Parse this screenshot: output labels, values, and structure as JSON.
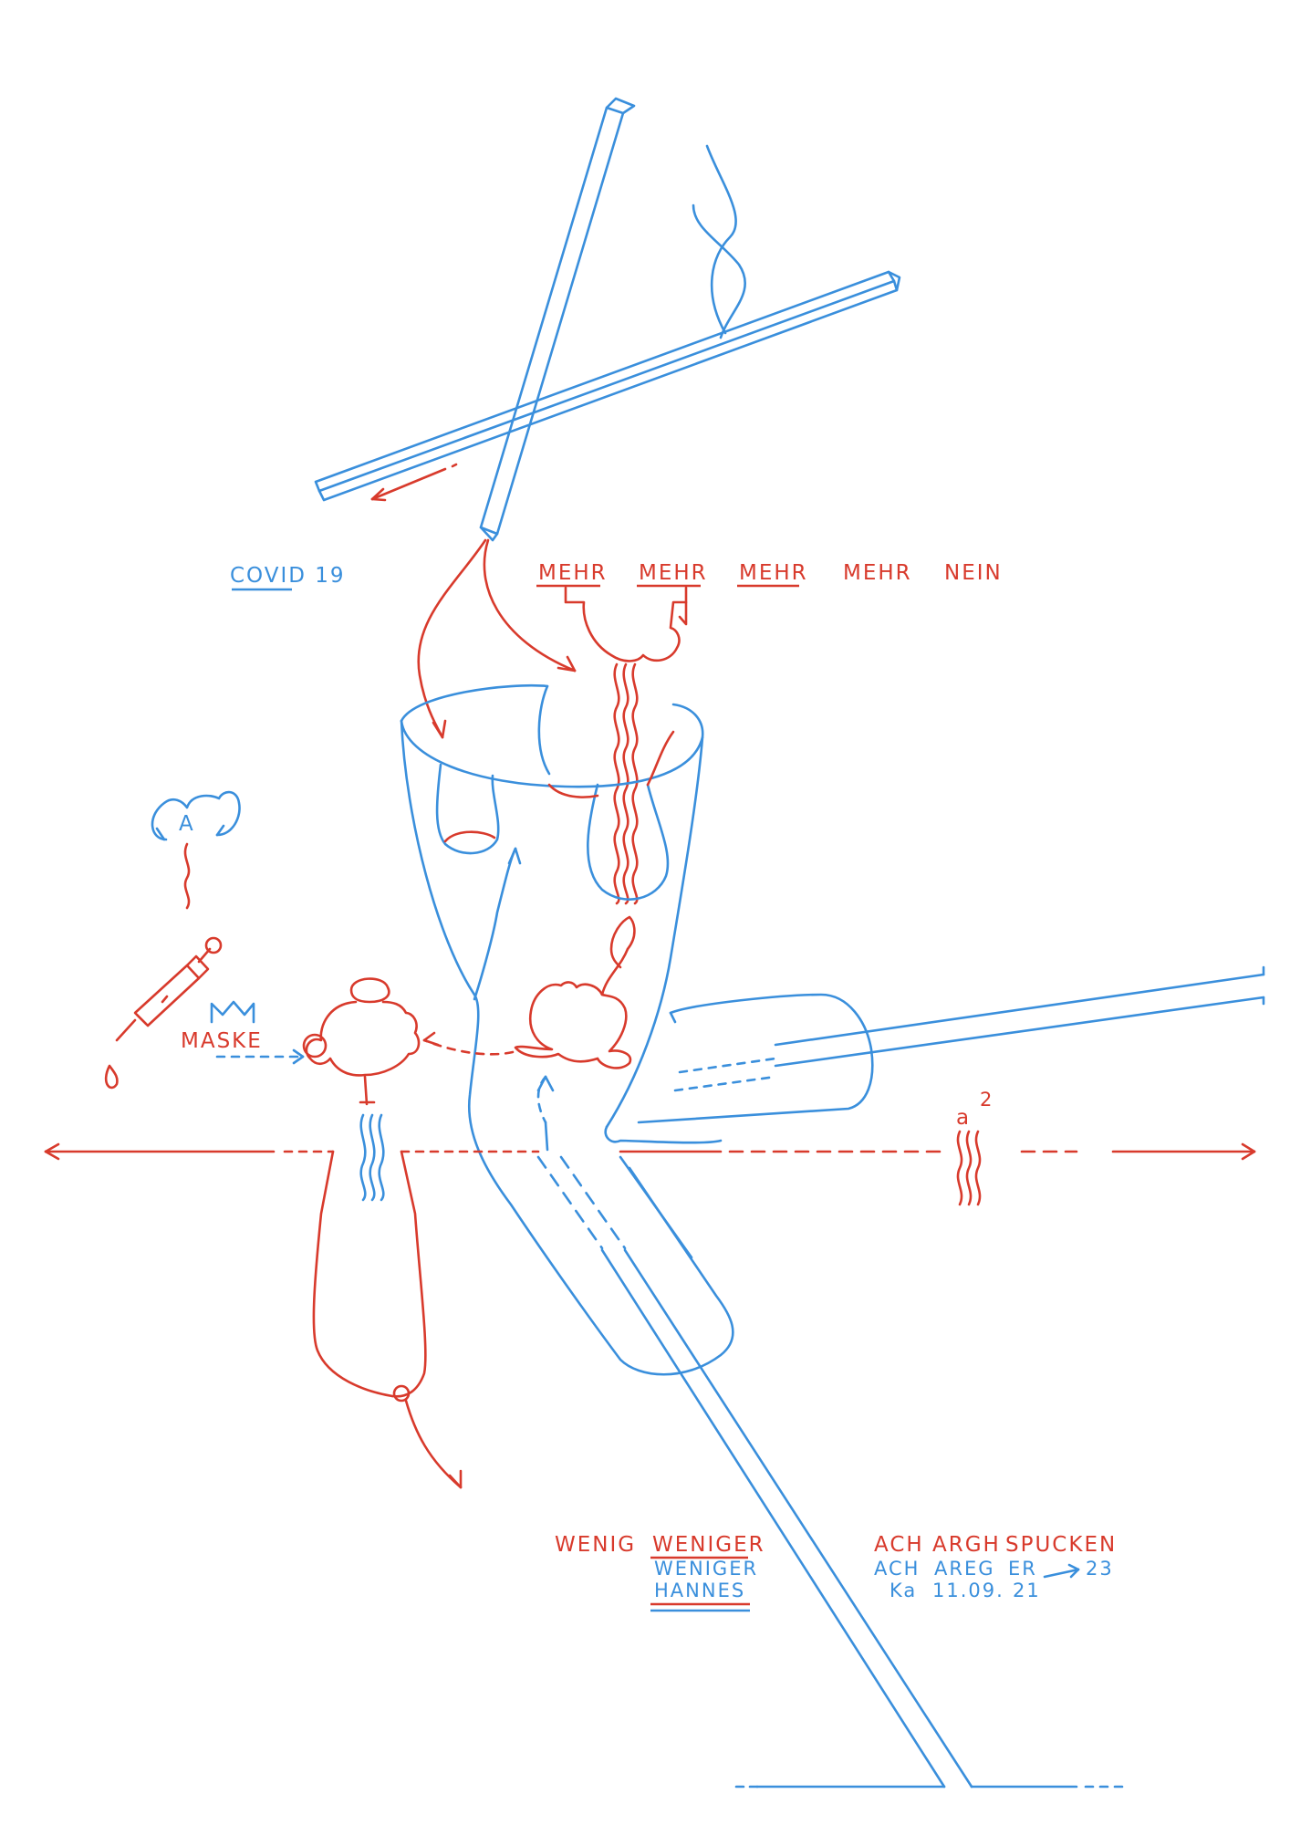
{
  "colors": {
    "blue": "#3a8fdc",
    "red": "#d83a2c",
    "paper": "#ffffff"
  },
  "labels": {
    "covid": "COVID 19",
    "mehr_1": "MEHR",
    "mehr_2": "MEHR",
    "mehr_3": "MEHR",
    "mehr_4": "MEHR",
    "nein": "NEIN",
    "letter_a": "A",
    "maske": "MASKE",
    "a_squared_base": "a",
    "a_squared_exp": "2",
    "wenig": "WENIG",
    "weniger_red": "WENIGER",
    "weniger_blue": "WENIGER",
    "hannes": "HANNES",
    "ach_red": "ACH",
    "argh": "ARGH",
    "spucken": "SPUCKEN",
    "ach_blue": "ACH",
    "areg": "AREG",
    "er": "ER",
    "num_23": "23",
    "ka": "Ka",
    "date": "11.09.",
    "num_21": "21"
  },
  "icons": [
    "wooden-beam-cross",
    "smoke-wisp",
    "blue-funnel-body",
    "red-cloud-drip",
    "syringe-icon",
    "crown-icon",
    "gas-mask-head",
    "red-hand-fist",
    "red-flask-bag",
    "wavy-lines"
  ]
}
